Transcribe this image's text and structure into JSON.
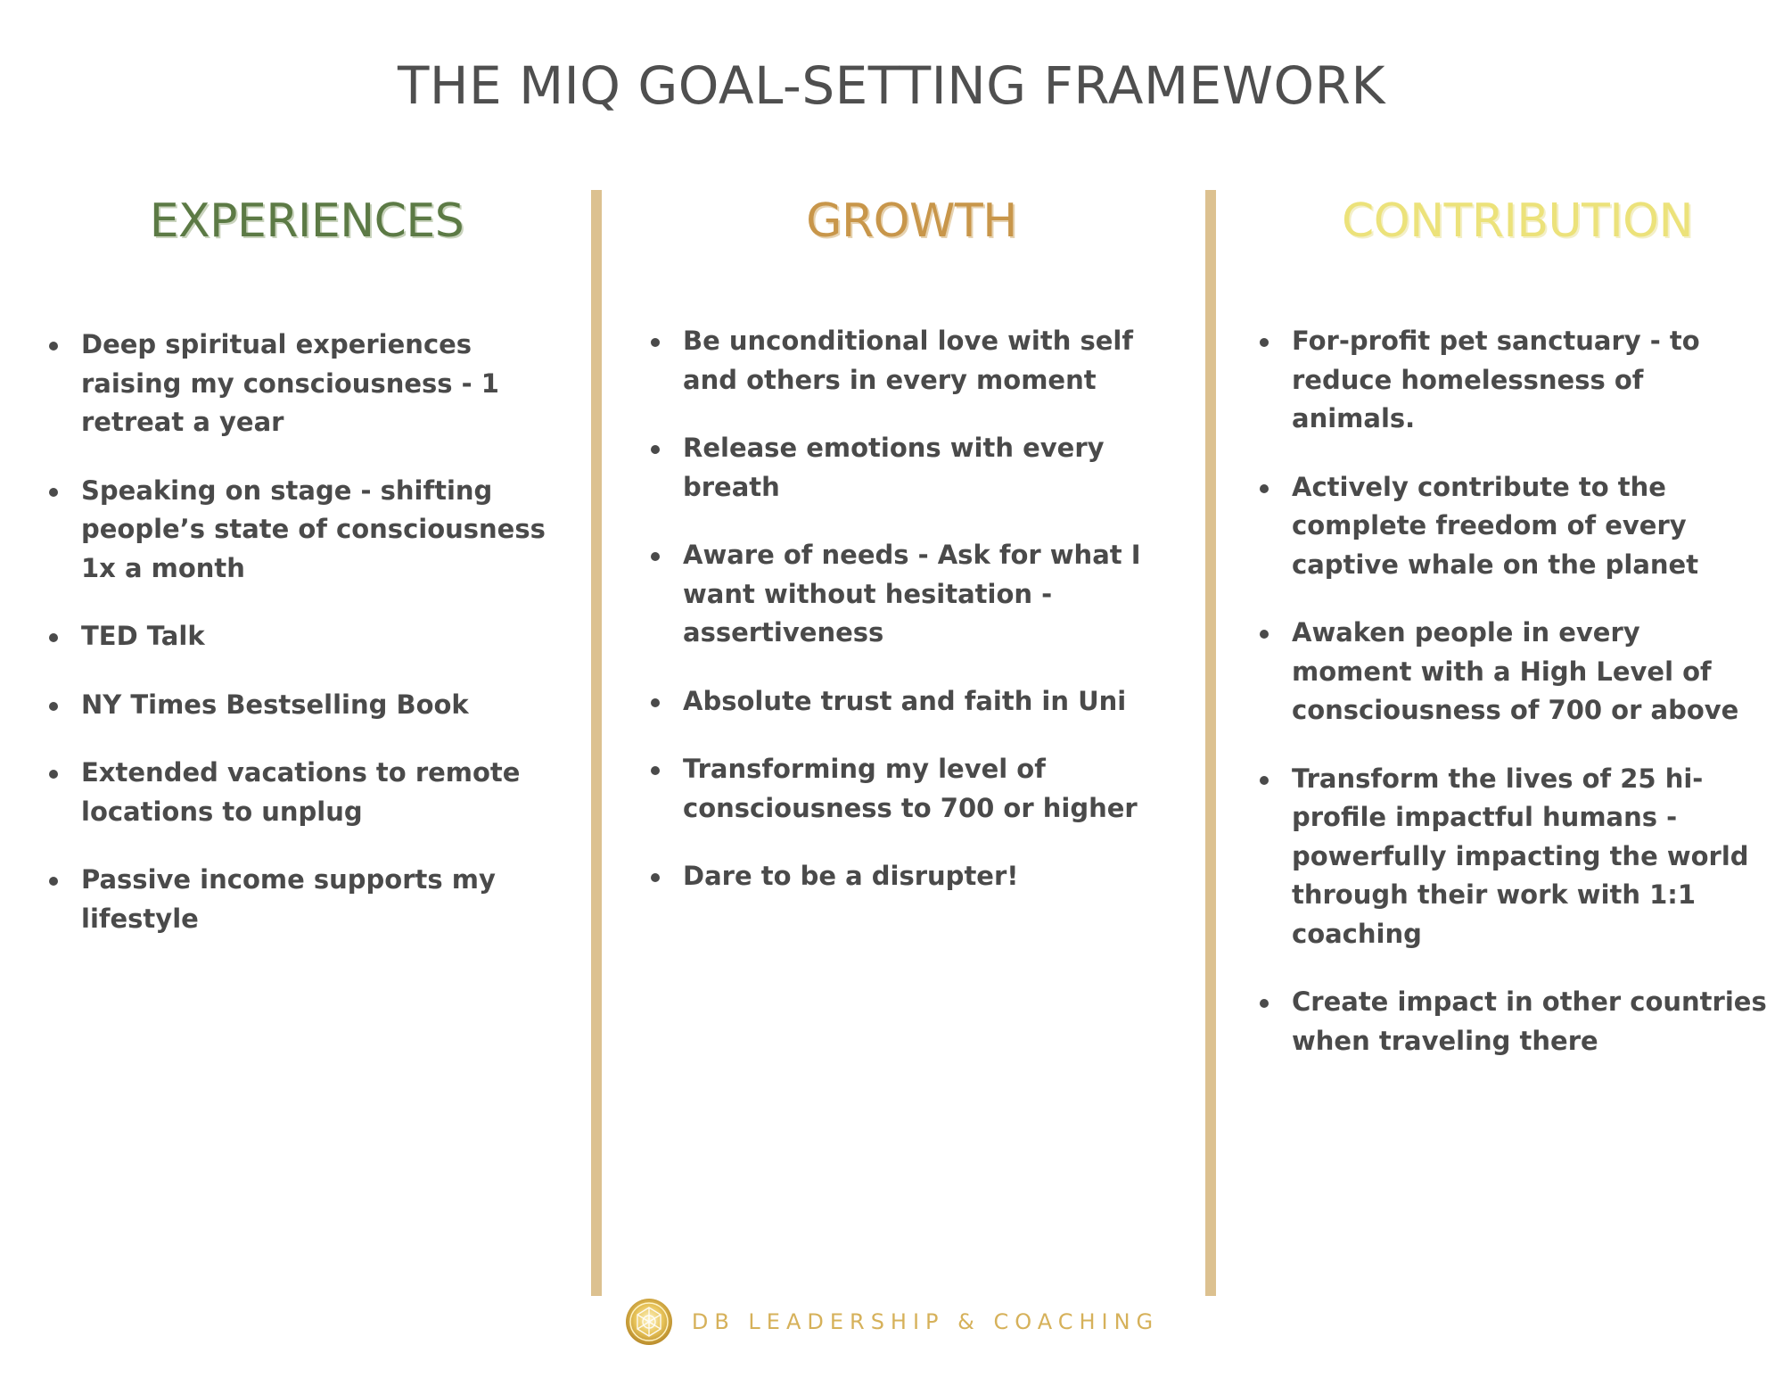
{
  "page": {
    "title": "THE MIQ GOAL-SETTING FRAMEWORK"
  },
  "colors": {
    "divider": "#dcc190",
    "experiences": "#5c7a45",
    "growth": "#c8964a",
    "contribution": "#ece27a",
    "text": "#4a4a4a"
  },
  "columns": [
    {
      "heading": "EXPERIENCES",
      "items": [
        "Deep spiritual experiences raising my consciousness - 1 retreat a year",
        "Speaking on stage - shifting people’s state of consciousness 1x a month",
        "TED Talk",
        "NY Times Bestselling Book",
        "Extended vacations to remote locations to unplug",
        "Passive income supports my lifestyle"
      ]
    },
    {
      "heading": "GROWTH",
      "items": [
        "Be unconditional love with self and others in every moment",
        "Release emotions with every breath",
        "Aware of needs - Ask for what I want without hesitation - assertiveness",
        "Absolute trust and faith in Uni",
        "Transforming my level of consciousness to 700 or higher",
        "Dare to be a disrupter!"
      ]
    },
    {
      "heading": "CONTRIBUTION",
      "items": [
        "For-profit pet sanctuary - to reduce homelessness of animals.",
        "Actively contribute to the complete freedom of every captive whale on the planet",
        "Awaken people in every moment with a High Level of consciousness of 700 or above",
        "Transform the lives of 25 hi-profile impactful humans - powerfully impacting the world through their work with 1:1 coaching",
        "Create impact in other countries when traveling there"
      ]
    }
  ],
  "footer": {
    "brand": "DB LEADERSHIP & COACHING",
    "logo_icon": "gold-geometric-flower-icon"
  }
}
